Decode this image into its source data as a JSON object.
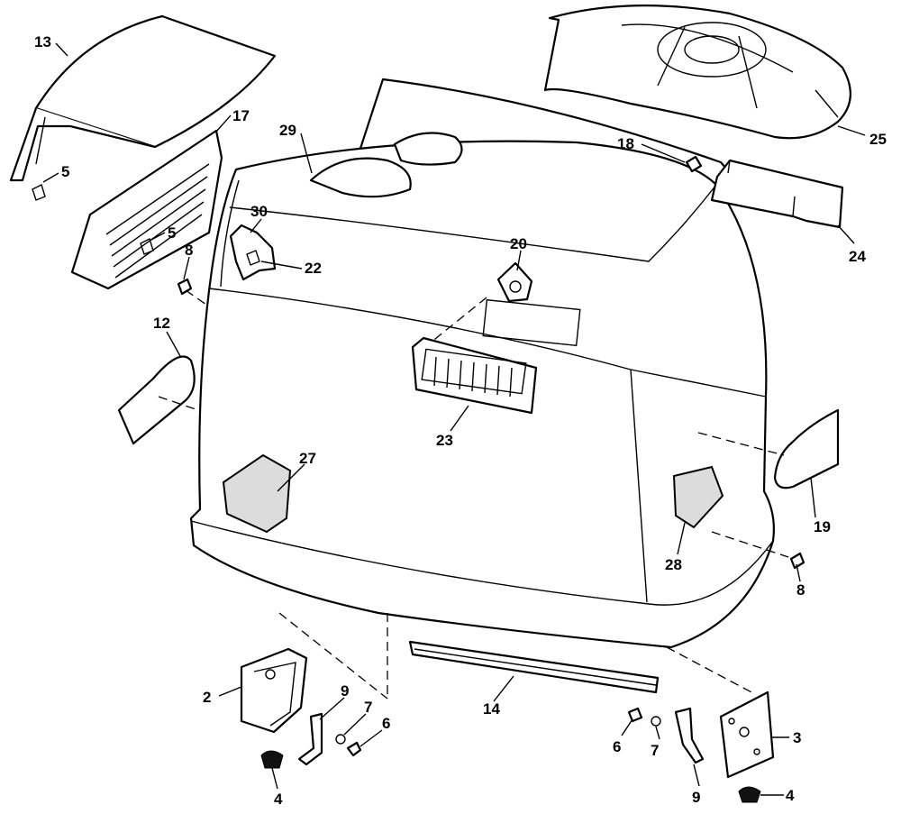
{
  "diagram": {
    "parts": [
      {
        "id": "cover",
        "label": ""
      },
      {
        "id": "p13",
        "label": "13"
      },
      {
        "id": "p17",
        "label": "17"
      },
      {
        "id": "p5a",
        "label": "5"
      },
      {
        "id": "p5b",
        "label": "5"
      },
      {
        "id": "p29",
        "label": "29"
      },
      {
        "id": "p30",
        "label": "30"
      },
      {
        "id": "p22",
        "label": "22"
      },
      {
        "id": "p8a",
        "label": "8"
      },
      {
        "id": "p12",
        "label": "12"
      },
      {
        "id": "p20",
        "label": "20"
      },
      {
        "id": "p23",
        "label": "23"
      },
      {
        "id": "p27",
        "label": "27"
      },
      {
        "id": "p18",
        "label": "18"
      },
      {
        "id": "p25",
        "label": "25"
      },
      {
        "id": "p24",
        "label": "24"
      },
      {
        "id": "p19",
        "label": "19"
      },
      {
        "id": "p28",
        "label": "28"
      },
      {
        "id": "p8b",
        "label": "8"
      },
      {
        "id": "p2",
        "label": "2"
      },
      {
        "id": "p9a",
        "label": "9"
      },
      {
        "id": "p7a",
        "label": "7"
      },
      {
        "id": "p6a",
        "label": "6"
      },
      {
        "id": "p4a",
        "label": "4"
      },
      {
        "id": "p14",
        "label": "14"
      },
      {
        "id": "p6b",
        "label": "6"
      },
      {
        "id": "p7b",
        "label": "7"
      },
      {
        "id": "p3",
        "label": "3"
      },
      {
        "id": "p9b",
        "label": "9"
      },
      {
        "id": "p4b",
        "label": "4"
      }
    ]
  }
}
